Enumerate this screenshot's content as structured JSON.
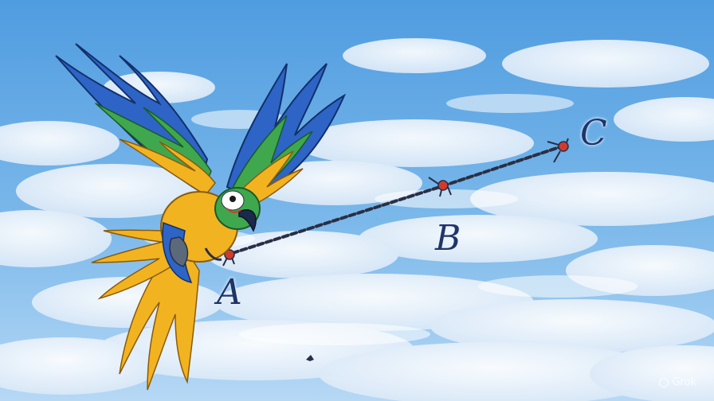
{
  "labels": {
    "a": "A",
    "b": "B",
    "c": "C"
  },
  "watermark": "Grok",
  "colors": {
    "sky": "#5fa6e4",
    "sky_light": "#a9d2f3",
    "cloud": "#f2f7fd",
    "wing_blue": "#1f57b5",
    "wing_yellow": "#f2b320",
    "body_green": "#3fa84e",
    "trail": "#2a2f45",
    "marker_red": "#d23a2f",
    "label": "#1f3568"
  }
}
